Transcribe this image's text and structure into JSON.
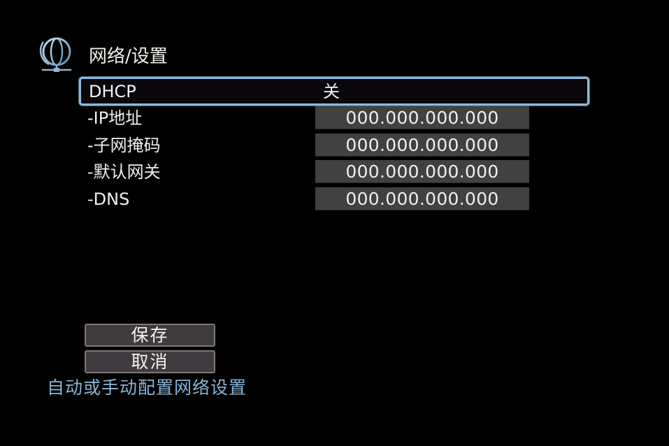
{
  "header": {
    "icon": "globe-network-icon",
    "title": "网络/设置"
  },
  "dhcp": {
    "label": "DHCP",
    "value": "关"
  },
  "fields": [
    {
      "label": "-IP地址",
      "value": "000.000.000.000"
    },
    {
      "label": "-子网掩码",
      "value": "000.000.000.000"
    },
    {
      "label": "-默认网关",
      "value": "000.000.000.000"
    },
    {
      "label": "-DNS",
      "value": "000.000.000.000"
    }
  ],
  "buttons": {
    "save": "保存",
    "cancel": "取消"
  },
  "help": {
    "text": "自动或手动配置网络设置"
  },
  "colors": {
    "background": "#000000",
    "highlight_border": "#8cb9dc",
    "field_bg": "#414141",
    "button_bg": "#3f3b3f",
    "button_border": "#7c787c",
    "help_text": "#8ab4d6"
  }
}
